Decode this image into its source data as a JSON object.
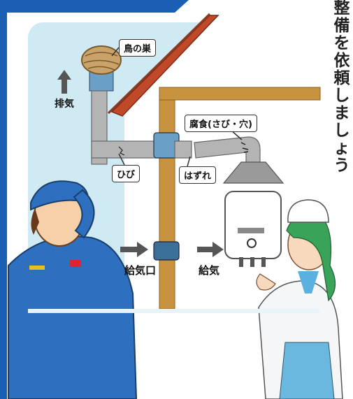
{
  "vertical_text": [
    "整",
    "備",
    "を",
    "依",
    "頼",
    "し",
    "ま",
    "し",
    "ょ",
    "う"
  ],
  "labels": {
    "nest": "鳥の巣",
    "exhaust": "排気",
    "crack": "ひび",
    "detach": "はずれ",
    "corrosion": "腐食(さび・穴)",
    "intake_port": "給気口",
    "intake": "給気"
  },
  "colors": {
    "frame": "#1a5fb4",
    "sky": "#cfeaf3",
    "wall": "#c8933f",
    "roof": "#c0492a",
    "pipe": "#b4b4b4",
    "arrow": "#555555",
    "uniform": "#2e6fbf"
  }
}
